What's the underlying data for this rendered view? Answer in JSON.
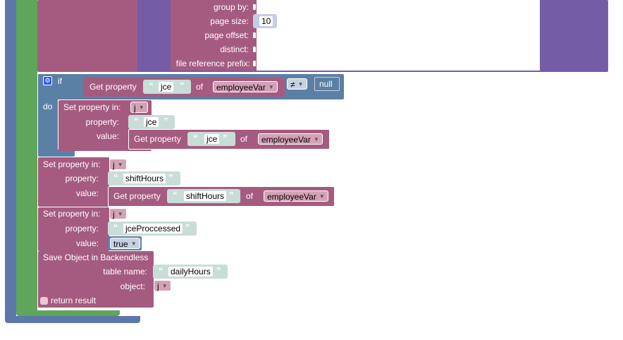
{
  "colors": {
    "outer_block": "#5d77ab",
    "green_block": "#5fa55a",
    "magenta_block": "#a55b80",
    "magenta_dark": "#944c72",
    "purple_block": "#745ca6",
    "blue_if_block": "#5b80a5",
    "text_block_bg": "#c9ddd8",
    "number_block_bg": "#c5cde6"
  },
  "query_block": {
    "group_by_label": "group by:",
    "page_size_label": "page size:",
    "page_size_value": "10",
    "page_offset_label": "page offset:",
    "distinct_label": "distinct:",
    "file_reference_prefix_label": "file reference prefix:"
  },
  "if_block": {
    "if_label": "if",
    "get_property_label": "Get property",
    "property_name": "jce",
    "of_label": "of",
    "variable": "employeeVar",
    "operator": "≠",
    "compare_value": "null",
    "do_label": "do"
  },
  "set_in_if": {
    "label": "Set property in:",
    "target": "j",
    "property_label": "property:",
    "property_value": "jce",
    "value_label": "value:",
    "get_property_label": "Get property",
    "get_property_name": "jce",
    "of_label": "of",
    "variable": "employeeVar"
  },
  "set_shift_hours": {
    "label": "Set property in:",
    "target": "j",
    "property_label": "property:",
    "property_value": "shiftHours",
    "value_label": "value:",
    "get_property_label": "Get property",
    "get_property_name": "shiftHours",
    "of_label": "of",
    "variable": "employeeVar"
  },
  "set_jce_processed": {
    "label": "Set property in:",
    "target": "j",
    "property_label": "property:",
    "property_value": "jceProccessed",
    "value_label": "value:",
    "bool_value": "true"
  },
  "save_object": {
    "label": "Save Object in Backendless",
    "table_name_label": "table name:",
    "table_name_value": "dailyHours",
    "object_label": "object:",
    "object_value": "j",
    "return_result_label": "return result"
  }
}
